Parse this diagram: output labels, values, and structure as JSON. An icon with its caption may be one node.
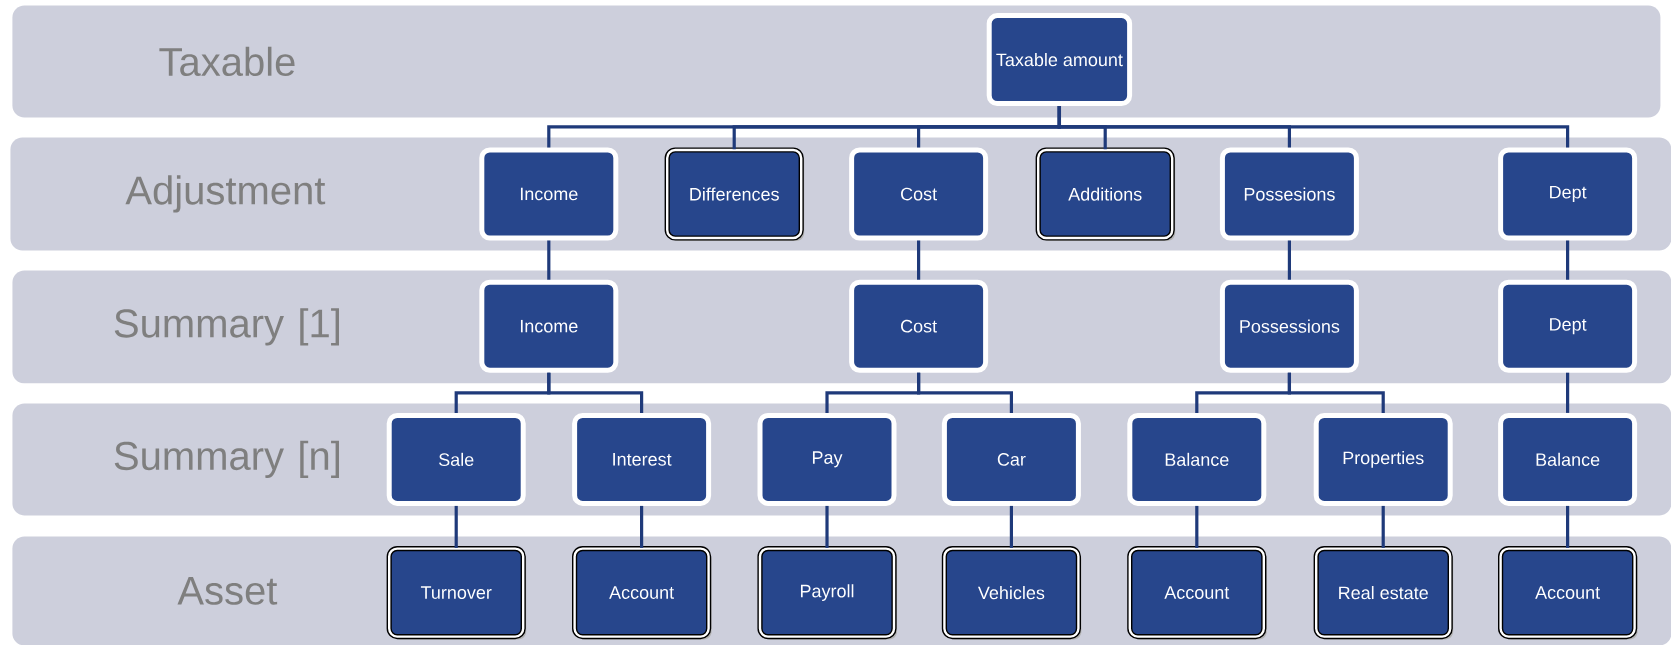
{
  "diagram": {
    "nodes": [
      {
        "text": [
          "Taxable"
        ]
      },
      {
        "text": [
          "Taxable amount"
        ],
        "in": 0
      },
      {
        "text": [
          "Adjustment"
        ]
      },
      {
        "text": [
          "Income"
        ],
        "in": 2
      },
      {
        "text": [
          "Differences"
        ],
        "in": 2
      },
      {
        "text": [
          "Cost"
        ],
        "in": 2
      },
      {
        "text": [
          "Additions"
        ],
        "in": 2
      },
      {
        "text": [
          "Possesions"
        ],
        "in": 2
      },
      {
        "text": [
          "Dept"
        ],
        "in": 2
      },
      {
        "text": [
          "Summary [1]"
        ]
      },
      {
        "text": [
          "Income"
        ],
        "in": 9
      },
      {
        "text": [
          "Cost"
        ],
        "in": 9
      },
      {
        "text": [
          "Possessions"
        ],
        "in": 9
      },
      {
        "text": [
          "Dept"
        ],
        "in": 9
      },
      {
        "text": [
          "Summary [n]"
        ]
      },
      {
        "text": [
          "Sale"
        ],
        "in": 14
      },
      {
        "text": [
          "Interest"
        ],
        "in": 14
      },
      {
        "text": [
          "Pay"
        ],
        "in": 14
      },
      {
        "text": [
          "Car"
        ],
        "in": 14
      },
      {
        "text": [
          "Balance"
        ],
        "in": 14
      },
      {
        "text": [
          "Properties"
        ],
        "in": 14
      },
      {
        "text": [
          "Balance"
        ],
        "in": 14
      },
      {
        "text": [
          "Asset"
        ]
      },
      {
        "text": [
          "Turnover"
        ],
        "in": 22
      },
      {
        "text": [
          "Account"
        ],
        "in": 22
      },
      {
        "text": [
          "Payroll"
        ],
        "in": 22
      },
      {
        "text": [
          "Vehicles"
        ],
        "in": 22
      },
      {
        "text": [
          "Account"
        ],
        "in": 22
      },
      {
        "text": [
          "Real estate"
        ],
        "in": 22
      },
      {
        "text": [
          "Account"
        ],
        "in": 22
      }
    ],
    "edges": [
      {
        "from": 1,
        "to": 3,
        "arrow": "none"
      },
      {
        "from": 1,
        "to": 4,
        "arrow": "none"
      },
      {
        "from": 1,
        "to": 5,
        "arrow": "none"
      },
      {
        "from": 1,
        "to": 6,
        "arrow": "none"
      },
      {
        "from": 1,
        "to": 7,
        "arrow": "none"
      },
      {
        "from": 1,
        "to": 8,
        "arrow": "none"
      },
      {
        "from": 3,
        "to": 10,
        "arrow": "none"
      },
      {
        "from": 5,
        "to": 11,
        "arrow": "none"
      },
      {
        "from": 7,
        "to": 12,
        "arrow": "none"
      },
      {
        "from": 8,
        "to": 13,
        "arrow": "none"
      },
      {
        "from": 10,
        "to": 15,
        "arrow": "none"
      },
      {
        "from": 10,
        "to": 16,
        "arrow": "none"
      },
      {
        "from": 11,
        "to": 17,
        "arrow": "none"
      },
      {
        "from": 11,
        "to": 18,
        "arrow": "none"
      },
      {
        "from": 12,
        "to": 19,
        "arrow": "none"
      },
      {
        "from": 12,
        "to": 20,
        "arrow": "none"
      },
      {
        "from": 13,
        "to": 21,
        "arrow": "none"
      },
      {
        "from": 15,
        "to": 23,
        "arrow": "none"
      },
      {
        "from": 16,
        "to": 24,
        "arrow": "none"
      },
      {
        "from": 17,
        "to": 25,
        "arrow": "none"
      },
      {
        "from": 18,
        "to": 26,
        "arrow": "none"
      },
      {
        "from": 19,
        "to": 27,
        "arrow": "none"
      },
      {
        "from": 20,
        "to": 28,
        "arrow": "none"
      },
      {
        "from": 21,
        "to": 29,
        "arrow": "none"
      }
    ]
  }
}
